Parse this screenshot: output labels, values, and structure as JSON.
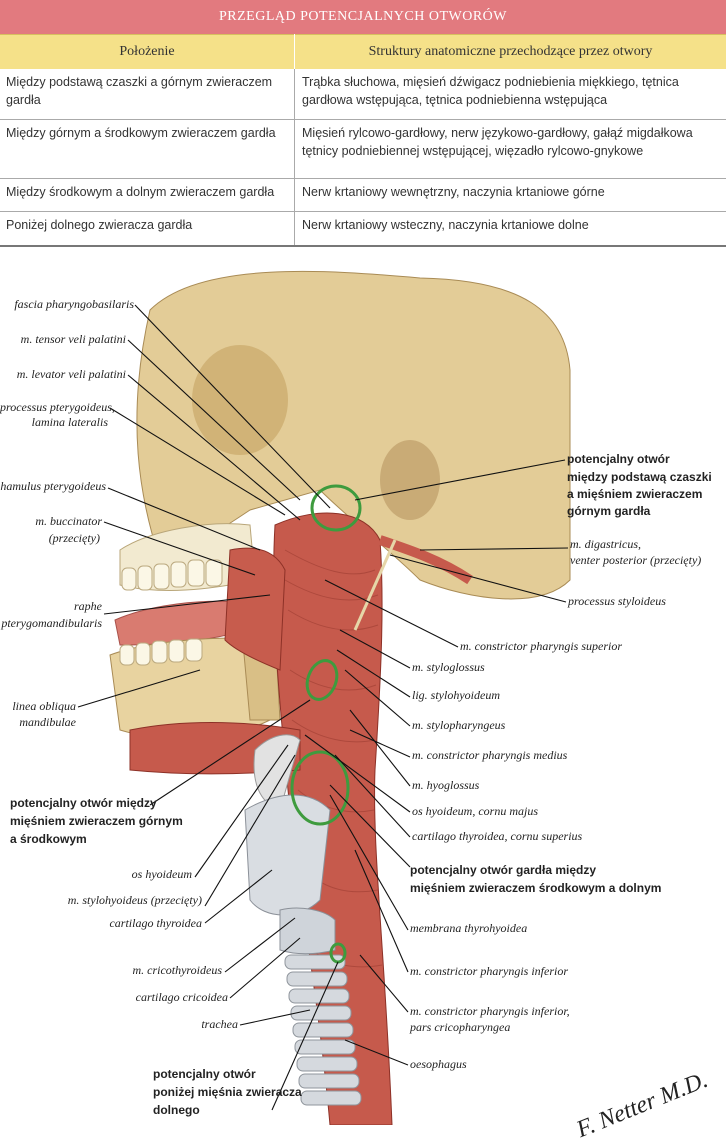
{
  "table": {
    "title": "PRZEGLĄD POTENCJALNYCH OTWORÓW",
    "headers": [
      "Położenie",
      "Struktury anatomiczne przechodzące przez otwory"
    ],
    "rows": [
      {
        "location": "Między podstawą czaszki a górnym zwieraczem gardła",
        "structures": "Trąbka słuchowa, mięsień dźwigacz podniebienia miękkiego, tętnica gardłowa wstępująca, tętnica podniebienna wstępująca"
      },
      {
        "location": "Między górnym a środkowym zwieraczem gardła",
        "structures": "Mięsień rylcowo-gardłowy, nerw językowo-gardłowy, gałąź migdałkowa tętnicy podniebiennej wstępującej, więzadło rylcowo-gnykowe"
      },
      {
        "location": "Między środkowym a dolnym zwieraczem gardła",
        "structures": "Nerw krtaniowy wewnętrzny, naczynia krtaniowe górne"
      },
      {
        "location": "Poniżej dolnego zwieracza gardła",
        "structures": "Nerw krtaniowy wsteczny, naczynia krtaniowe dolne"
      }
    ]
  },
  "figure": {
    "left_labels": [
      "fascia pharyngobasilaris",
      "m. tensor veli palatini",
      "m. levator veli palatini",
      "processus pterygoideus,",
      "lamina lateralis",
      "hamulus pterygoideus",
      "m. buccinator",
      "(przecięty)",
      "raphe",
      "pterygomandibularis",
      "linea obliqua",
      "mandibulae",
      "os hyoideum",
      "m. stylohyoideus (przecięty)",
      "cartilago thyroidea",
      "m. cricothyroideus",
      "cartilago cricoidea",
      "trachea"
    ],
    "right_labels": [
      "m. digastricus,",
      "venter posterior (przecięty)",
      "processus styloideus",
      "m. constrictor pharyngis superior",
      "m. styloglossus",
      "lig. stylohyoideum",
      "m. stylopharyngeus",
      "m. constrictor pharyngis medius",
      "m. hyoglossus",
      "os hyoideum, cornu majus",
      "cartilago thyroidea, cornu superius",
      "membrana thyrohyoidea",
      "m. constrictor pharyngis inferior",
      "m. constrictor pharyngis inferior,",
      "pars cricopharyngea",
      "oesophagus"
    ],
    "bold_labels": {
      "top_right": [
        "potencjalny otwór",
        "między podstawą czaszki",
        "a mięśniem zwieraczem",
        "górnym gardła"
      ],
      "left_mid": [
        "potencjalny otwór między",
        "mięśniem zwieraczem górnym",
        "a środkowym"
      ],
      "right_mid": [
        "potencjalny otwór gardła między",
        "mięśniem zwieraczem środkowym a dolnym"
      ],
      "bottom": [
        "potencjalny otwór",
        "poniżej mięśnia zwieracza",
        "dolnego"
      ]
    },
    "signature": "F. Netter M.D."
  }
}
